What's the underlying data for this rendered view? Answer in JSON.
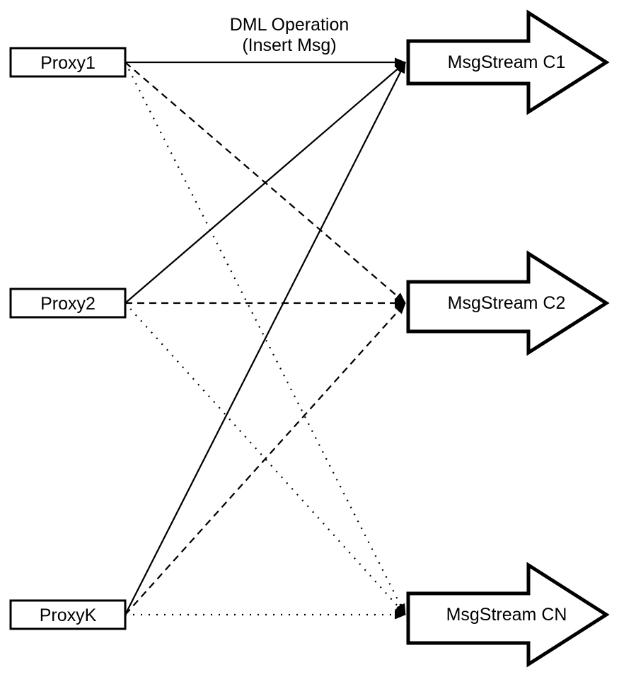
{
  "diagram": {
    "colors": {
      "background": "#ffffff",
      "shape_fill": "#ffffff",
      "stroke": "#000000",
      "text": "#000000"
    },
    "edge_label": {
      "line1": "DML Operation",
      "line2": "(Insert Msg)"
    },
    "proxies": [
      {
        "label": "Proxy1"
      },
      {
        "label": "Proxy2"
      },
      {
        "label": "ProxyK"
      }
    ],
    "streams": [
      {
        "label": "MsgStream C1"
      },
      {
        "label": "MsgStream C2"
      },
      {
        "label": "MsgStream CN"
      }
    ],
    "edges": [
      {
        "from": "Proxy1",
        "to": "MsgStream C1",
        "style": "solid"
      },
      {
        "from": "Proxy1",
        "to": "MsgStream C2",
        "style": "dashed"
      },
      {
        "from": "Proxy1",
        "to": "MsgStream CN",
        "style": "dotted"
      },
      {
        "from": "Proxy2",
        "to": "MsgStream C1",
        "style": "solid"
      },
      {
        "from": "Proxy2",
        "to": "MsgStream C2",
        "style": "dashed"
      },
      {
        "from": "Proxy2",
        "to": "MsgStream CN",
        "style": "dotted"
      },
      {
        "from": "ProxyK",
        "to": "MsgStream C1",
        "style": "solid"
      },
      {
        "from": "ProxyK",
        "to": "MsgStream C2",
        "style": "dashed"
      },
      {
        "from": "ProxyK",
        "to": "MsgStream CN",
        "style": "dotted"
      }
    ]
  }
}
